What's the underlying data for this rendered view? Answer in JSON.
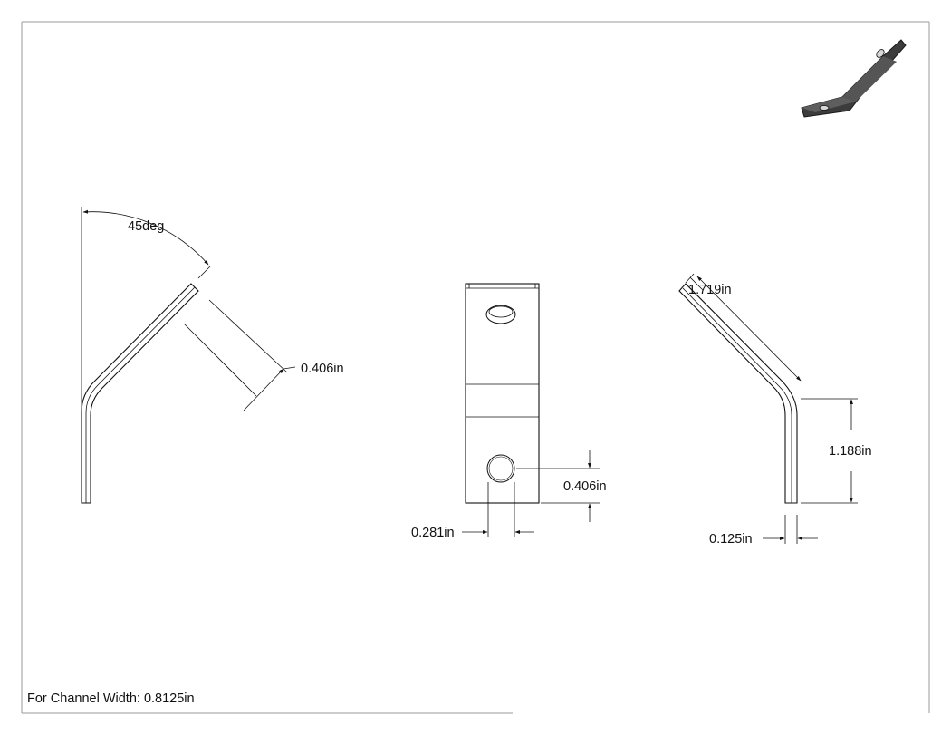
{
  "views": {
    "left": {
      "angle_label": "45deg",
      "length_label": "0.406in"
    },
    "front": {
      "hole_offset_label": "0.406in",
      "hole_diameter_label": "0.281in"
    },
    "right": {
      "flange_label": "1.719in",
      "height_label": "1.188in",
      "thickness_label": "0.125in"
    }
  },
  "note": {
    "text": "For Channel Width: 0.8125in"
  },
  "colors": {
    "line": "#111111",
    "frame": "#9a9a9a",
    "iso_dark": "#3c3c3c",
    "iso_light": "#5e5e5e"
  }
}
